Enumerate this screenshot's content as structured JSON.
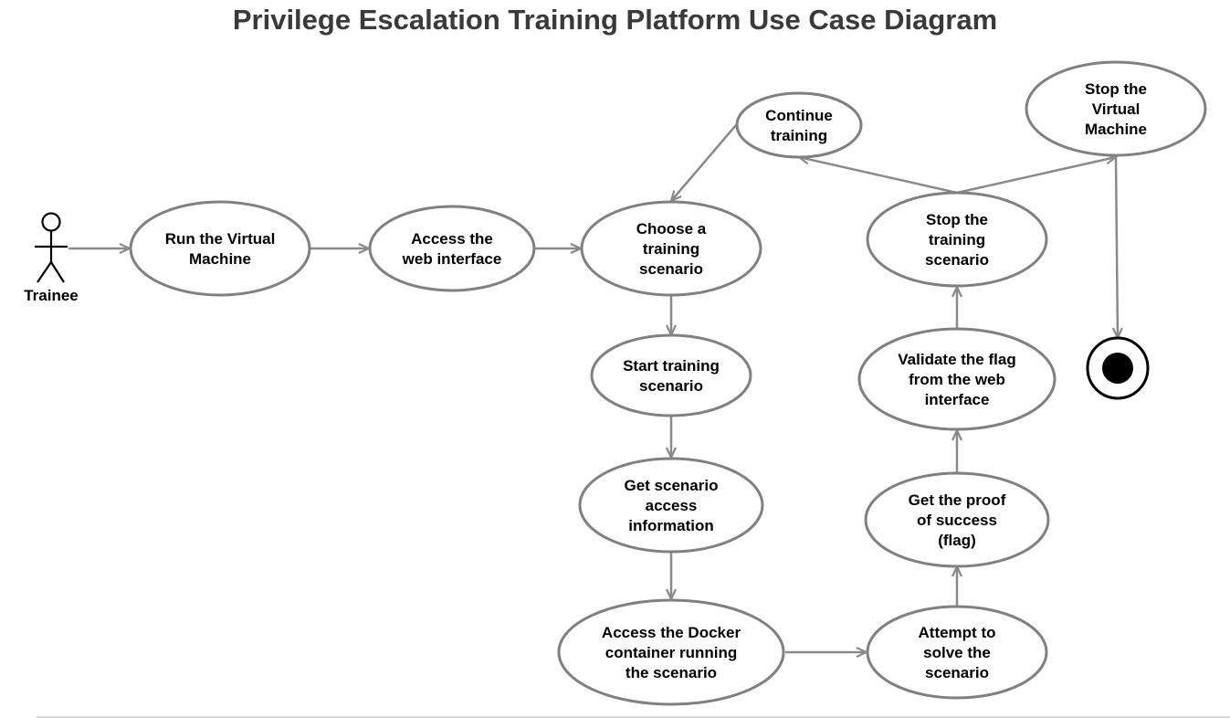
{
  "title": "Privilege Escalation Training Platform Use Case Diagram",
  "colors": {
    "ellipse_stroke": "#808080",
    "edge": "#8a8a8a",
    "text": "#000000",
    "title": "#3a3a3a"
  },
  "actor": {
    "label": "Trainee"
  },
  "use_cases": {
    "run_vm": [
      "Run the Virtual",
      "Machine"
    ],
    "access_web": [
      "Access the",
      "web interface"
    ],
    "choose": [
      "Choose a",
      "training",
      "scenario"
    ],
    "start": [
      "Start training",
      "scenario"
    ],
    "get_info": [
      "Get scenario",
      "access",
      "information"
    ],
    "docker": [
      "Access the Docker",
      "container running",
      "the scenario"
    ],
    "attempt": [
      "Attempt to",
      "solve the",
      "scenario"
    ],
    "proof": [
      "Get the proof",
      "of success",
      "(flag)"
    ],
    "validate": [
      "Validate the flag",
      "from the web",
      "interface"
    ],
    "stop_training": [
      "Stop the",
      "training",
      "scenario"
    ],
    "continue": [
      "Continue",
      "training"
    ],
    "stop_vm": [
      "Stop the",
      "Virtual",
      "Machine"
    ]
  },
  "flows": [
    [
      "actor",
      "run_vm"
    ],
    [
      "run_vm",
      "access_web"
    ],
    [
      "access_web",
      "choose"
    ],
    [
      "choose",
      "start"
    ],
    [
      "start",
      "get_info"
    ],
    [
      "get_info",
      "docker"
    ],
    [
      "docker",
      "attempt"
    ],
    [
      "attempt",
      "proof"
    ],
    [
      "proof",
      "validate"
    ],
    [
      "validate",
      "stop_training"
    ],
    [
      "stop_training",
      "continue"
    ],
    [
      "stop_training",
      "stop_vm"
    ],
    [
      "continue",
      "choose"
    ],
    [
      "stop_vm",
      "final_node"
    ]
  ]
}
